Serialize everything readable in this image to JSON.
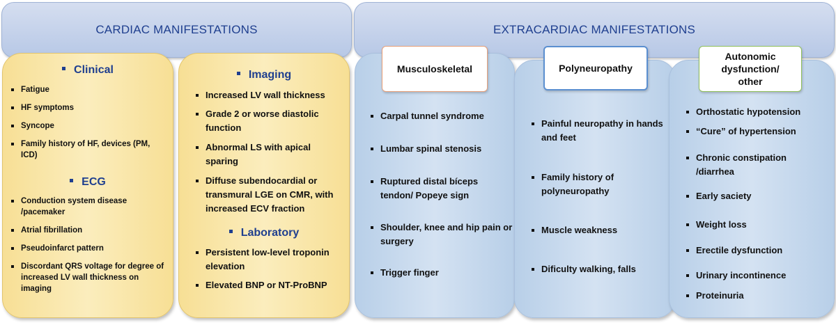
{
  "headers": {
    "cardiac": "CARDIAC MANIFESTATIONS",
    "extracardiac": "EXTRACARDIAC MANIFESTATIONS"
  },
  "panel1": {
    "clinical_title": "Clinical",
    "clinical_items": [
      "Fatigue",
      "HF symptoms",
      "Syncope",
      "Family history of HF,  devices (PM, ICD)"
    ],
    "ecg_title": "ECG",
    "ecg_items": [
      "Conduction system disease /pacemaker",
      "Atrial fibrillation",
      "Pseudoinfarct pattern",
      "Discordant QRS voltage for degree of increased LV wall thickness on imaging"
    ]
  },
  "panel2": {
    "imaging_title": "Imaging",
    "imaging_items": [
      "Increased LV wall thickness",
      "Grade 2 or worse diastolic function",
      "Abnormal LS with apical sparing",
      "Diffuse subendocardial or transmural LGE on CMR, with increased ECV fraction"
    ],
    "lab_title": "Laboratory",
    "lab_items": [
      "Persistent low-level troponin elevation",
      "Elevated BNP or NT-ProBNP"
    ]
  },
  "panel3": {
    "label": "Musculoskeletal",
    "items": [
      "Carpal tunnel syndrome",
      "Lumbar spinal stenosis",
      "Ruptured distal bíceps tendon/ Popeye sign",
      "Shoulder, knee and hip pain or surgery",
      "Trigger finger"
    ]
  },
  "panel4": {
    "label": "Polyneuropathy",
    "items": [
      "Painful neuropathy in hands and feet",
      "Family history of polyneuropathy",
      "Muscle weakness",
      "Dificulty walking, falls"
    ]
  },
  "panel5": {
    "label": "Autonomic dysfunction/ other",
    "items": [
      "Orthostatic hypotension",
      "“Cure” of hypertension",
      "Chronic constipation /diarrhea",
      "Early saciety",
      "Weight loss",
      "Erectile dysfunction",
      "Urinary incontinence",
      "Proteinuria"
    ]
  },
  "colors": {
    "heading_text": "#1f3f8f",
    "yellow_panel": "#f7df95",
    "blue_panel": "#b8cfe8",
    "musculoskeletal_border": "#e8a079",
    "polyneuropathy_border": "#5b8fd0",
    "autonomic_border": "#8fbf5a"
  }
}
